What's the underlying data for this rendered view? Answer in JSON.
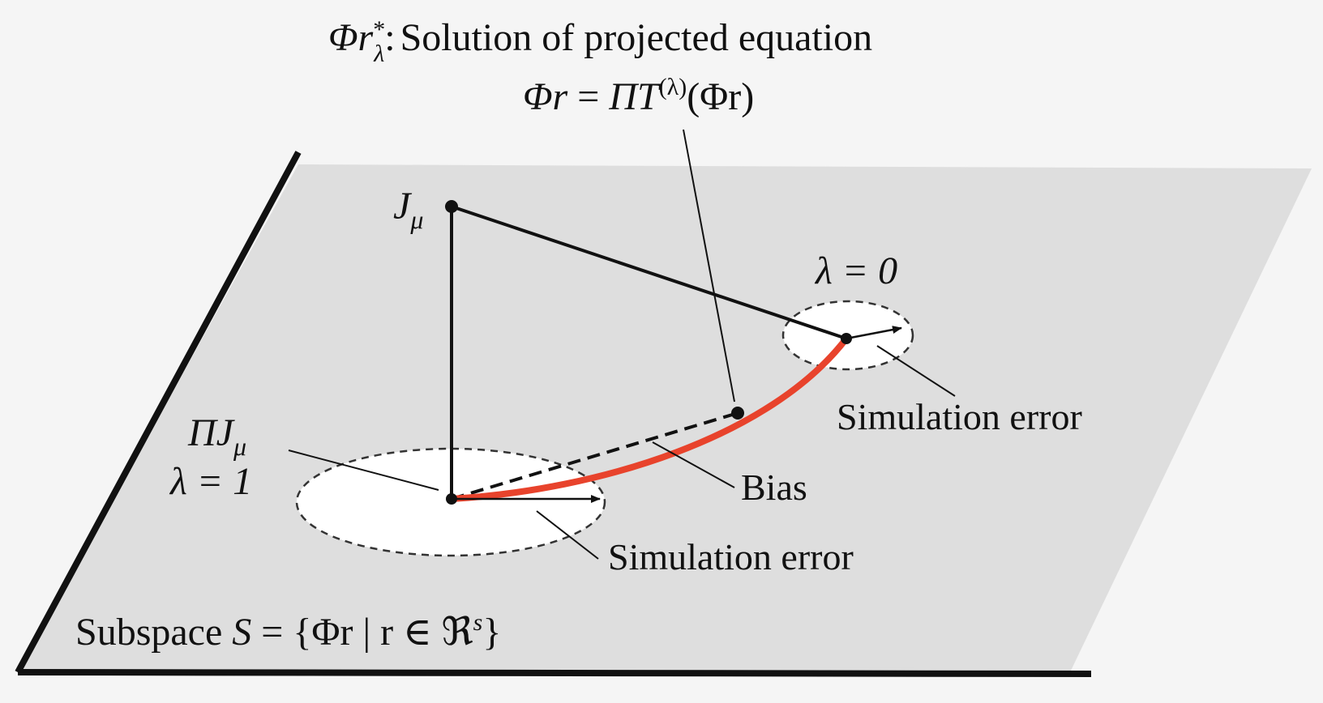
{
  "labels": {
    "solution_title": "Solution of projected equation",
    "solution_symbol_base": "Φr",
    "solution_symbol_sub": "λ",
    "solution_symbol_sup": "*",
    "solution_symbol_colon": ":",
    "equation_lhs": "Φr",
    "equation_eq": " = ",
    "equation_pi_t": "ΠT",
    "equation_sup": "(λ)",
    "equation_rhs": "(Φr)",
    "j_mu_base": "J",
    "j_mu_sub": "μ",
    "pi_j_mu_base": "ΠJ",
    "pi_j_mu_sub": "μ",
    "lambda_one": "λ = 1",
    "lambda_zero": "λ = 0",
    "simulation_error_top": "Simulation error",
    "simulation_error_bottom": "Simulation error",
    "bias": "Bias",
    "subspace_prefix": "Subspace ",
    "subspace_s": "S",
    "subspace_def": " = {Φr | r ∈ ℜ",
    "subspace_sup": "s",
    "subspace_close": "}"
  },
  "colors": {
    "background": "#f5f5f5",
    "plane": "#dedede",
    "ellipse_fill": "#ffffff",
    "ink": "#111111",
    "curve": "#e8432c"
  }
}
